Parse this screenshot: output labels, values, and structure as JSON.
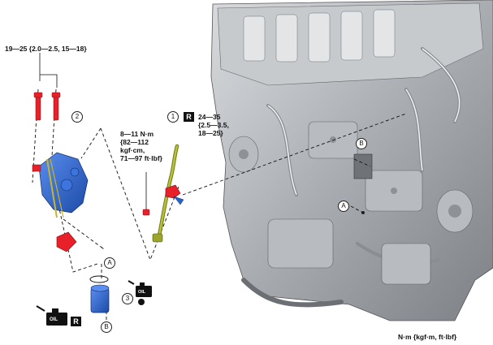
{
  "torque_labels": {
    "bolts_top": "19—25 {2.0—2.5, 15—18}",
    "bolt_small": [
      "8—11 N·m",
      "{82—112",
      "kgf·cm,",
      "71—97 ft·lbf}"
    ],
    "pipe": [
      "24—35",
      "{2.5—3.5,",
      "18—25}"
    ]
  },
  "callouts": {
    "part1": "1",
    "part2": "2",
    "part3": "3",
    "refA": "A",
    "refB": "B"
  },
  "symbols": {
    "replace": "R",
    "oil": "OIL"
  },
  "units_note": "N·m {kgf·m, ft·lbf}",
  "colors": {
    "bolt_red": "#e8202a",
    "housing_blue": "#2b62c9",
    "filter_blue": "#2c6fd6",
    "pipe_olive": "#9aa52a",
    "engine_gray": "#9a9ea4"
  }
}
